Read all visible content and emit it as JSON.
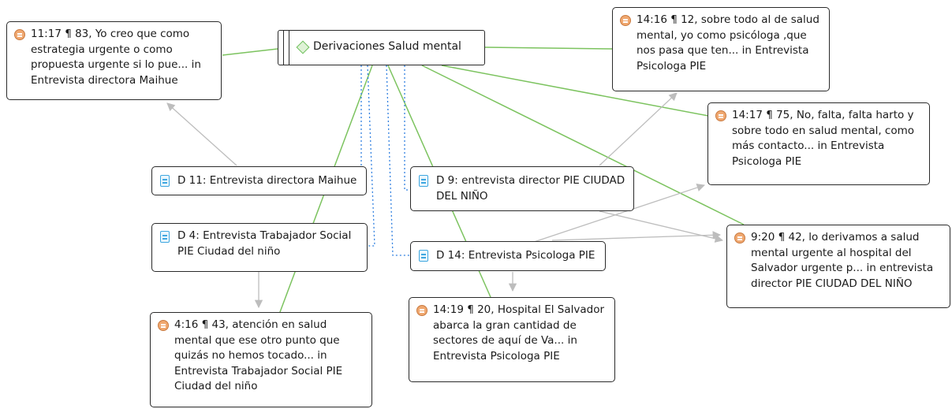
{
  "code": {
    "label": "Derivaciones Salud mental",
    "icon": "diamond-icon"
  },
  "documents": [
    {
      "id": "d11",
      "label": "D 11: Entrevista directora Maihue"
    },
    {
      "id": "d9",
      "label": "D 9: entrevista director PIE CIUDAD DEL NIÑO"
    },
    {
      "id": "d4",
      "label": "D 4: Entrevista Trabajador Social PIE Ciudad del niño"
    },
    {
      "id": "d14",
      "label": "D 14: Entrevista Psicologa PIE"
    }
  ],
  "quotations": [
    {
      "id": "q11_17",
      "label": "11:17 ¶ 83, Yo creo que como estrategia urgente o como propuesta urgente si lo pue... in Entrevista directora Maihue"
    },
    {
      "id": "q14_16",
      "label": "14:16 ¶ 12, sobre todo al de salud mental, yo como psicóloga ,que nos pasa que ten... in Entrevista Psicologa PIE"
    },
    {
      "id": "q14_17",
      "label": "14:17 ¶ 75, No, falta, falta harto y sobre todo en salud mental, como más contacto... in Entrevista Psicologa PIE"
    },
    {
      "id": "q9_20",
      "label": "9:20 ¶ 42, lo derivamos a salud mental urgente al hospital del Salvador urgente p... in entrevista director PIE CIUDAD DEL NIÑO"
    },
    {
      "id": "q4_16",
      "label": "4:16 ¶ 43, atención en salud mental que ese otro punto que quizás no hemos tocado... in Entrevista Trabajador Social PIE Ciudad del niño"
    },
    {
      "id": "q14_19",
      "label": "14:19 ¶ 20, Hospital El Salvador abarca la gran cantidad de sectores de aquí de Va... in Entrevista Psicologa PIE"
    }
  ],
  "colors": {
    "code_link": "#7cc35f",
    "doc_link": "#bdbdbd",
    "dotted_link": "#2f7fe0",
    "quote_icon": "#f0a870",
    "doc_icon": "#3fa7e0"
  }
}
